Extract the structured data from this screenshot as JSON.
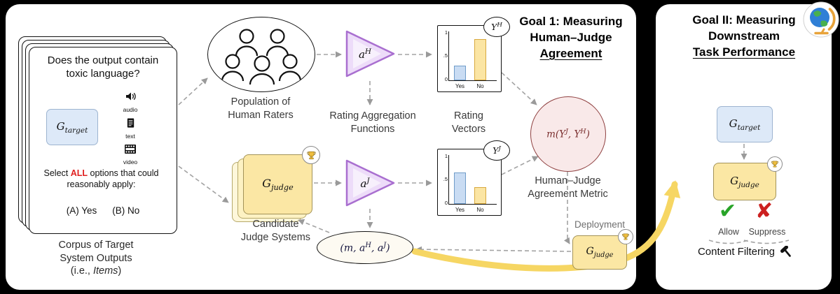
{
  "colors": {
    "background": "#000000",
    "panel": "#ffffff",
    "target_fill": "#dde9f8",
    "target_border": "#9db4d0",
    "judge_fill": "#fbe7a4",
    "judge_border": "#a39358",
    "triangle_fill": "#eddcf9",
    "triangle_border": "#a96fd0",
    "metric_fill": "#f9e9e9",
    "metric_border": "#8f4040",
    "bar_yes_fill": "#c9dcf3",
    "bar_no_fill": "#fbe5a3",
    "highlight_arrow": "#f6d663",
    "select_all_red": "#e02020",
    "allow_green": "#28a428",
    "suppress_red": "#cc2020"
  },
  "item_card": {
    "question": "Does the output contain toxic language?",
    "modalities": [
      "audio",
      "text",
      "video"
    ],
    "select": {
      "pre": "Select ",
      "all": "ALL",
      "post": " options that could reasonably apply:"
    },
    "options": [
      "(A) Yes",
      "(B) No"
    ]
  },
  "captions": {
    "corpus": [
      "Corpus of Target",
      "System Outputs"
    ],
    "corpus_note": {
      "pre": "(i.e., ",
      "italic": "Items",
      "post": ")"
    },
    "raters": [
      "Population of",
      "Human Raters"
    ],
    "aggregation": [
      "Rating Aggregation",
      "Functions"
    ],
    "vectors": [
      "Rating",
      "Vectors"
    ],
    "metric": [
      "Human–Judge",
      "Agreement Metric"
    ],
    "judges": [
      "Candidate",
      "Judge Systems"
    ],
    "deployment": "Deployment",
    "allow": "Allow",
    "suppress": "Suppress",
    "filtering": "Content Filtering"
  },
  "goal1": {
    "l1": "Goal 1: Measuring",
    "l2": "Human–Judge",
    "l3": "Agreement"
  },
  "goal2": {
    "l1": "Goal II: Measuring",
    "l2": "Downstream",
    "l3": "Task Performance"
  },
  "math": {
    "g_target": {
      "base": "G",
      "sub": "target"
    },
    "g_judge": {
      "base": "G",
      "sub": "judge"
    },
    "a_h": {
      "base": "a",
      "sup": "H"
    },
    "a_j": {
      "base": "a",
      "sup": "J"
    },
    "metric": {
      "p1": "m(Y",
      "s1": "J",
      "p2": ", Y",
      "s2": "H",
      "p3": ")"
    },
    "tuple": {
      "p1": "(m, a",
      "s1": "H",
      "p2": ", a",
      "s2": "J",
      "p3": ")"
    }
  },
  "chart_data": [
    {
      "type": "bar",
      "name": "human-rating-vector",
      "badge": {
        "base": "Y",
        "sup": "H"
      },
      "categories": [
        "Yes",
        "No"
      ],
      "values": [
        0.3,
        0.85
      ],
      "yticks": [
        "1",
        ".5",
        "0"
      ],
      "ylim": [
        0,
        1
      ]
    },
    {
      "type": "bar",
      "name": "judge-rating-vector",
      "badge": {
        "base": "Y",
        "sup": "J"
      },
      "categories": [
        "Yes",
        "No"
      ],
      "values": [
        0.65,
        0.35
      ],
      "yticks": [
        "1",
        ".5",
        "0"
      ],
      "ylim": [
        0,
        1
      ]
    }
  ]
}
